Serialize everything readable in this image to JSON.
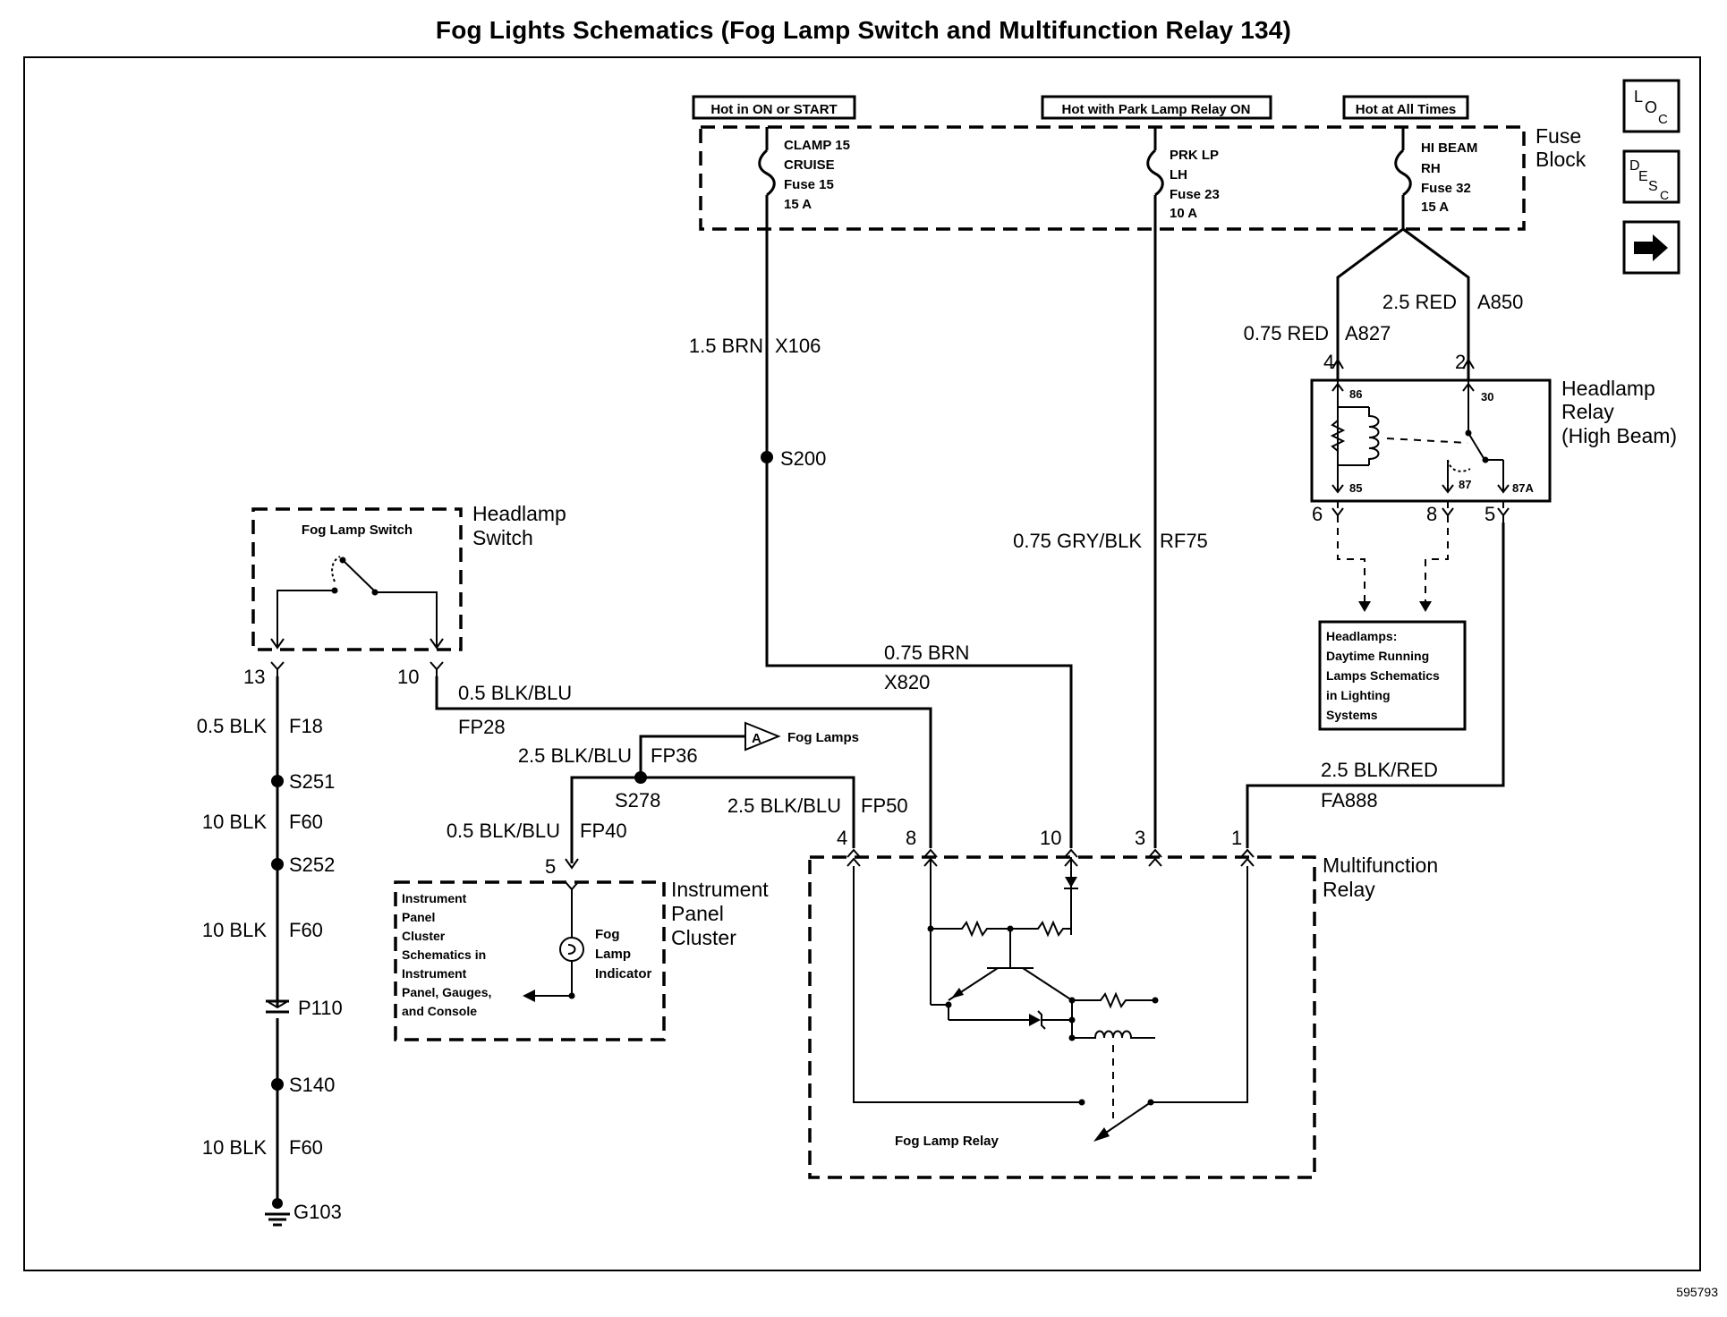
{
  "title": "Fog Lights Schematics (Fog Lamp Switch and Multifunction Relay 134)",
  "document_id": "595793",
  "nav_icons": [
    {
      "name": "loc-icon",
      "label": "LOC"
    },
    {
      "name": "desc-icon",
      "label": "DESC"
    },
    {
      "name": "next-arrow-icon",
      "label": ""
    }
  ],
  "power_labels": {
    "hot_on_start": "Hot in ON or START",
    "hot_park": "Hot with Park Lamp Relay ON",
    "hot_all": "Hot at All Times"
  },
  "fuse_block": {
    "title_line1": "Fuse",
    "title_line2": "Block",
    "fuse15": [
      "CLAMP 15",
      "CRUISE",
      "Fuse 15",
      "15 A"
    ],
    "fuse23": [
      "PRK LP",
      "LH",
      "Fuse 23",
      "10 A"
    ],
    "fuse32": [
      "HI BEAM",
      "RH",
      "Fuse 32",
      "15 A"
    ]
  },
  "wires": {
    "x106_gauge": "1.5 BRN",
    "x106_circuit": "X106",
    "s200": "S200",
    "rf75_gauge": "0.75 GRY/BLK",
    "rf75_circuit": "RF75",
    "x820_gauge": "0.75 BRN",
    "x820_circuit": "X820",
    "a850_gauge": "2.5 RED",
    "a850_circuit": "A850",
    "a827_gauge": "0.75 RED",
    "a827_circuit": "A827",
    "fa888_gauge": "2.5 BLK/RED",
    "fa888_circuit": "FA888",
    "fp28_gauge": "0.5 BLK/BLU",
    "fp28_circuit": "FP28",
    "fp36_gauge": "2.5 BLK/BLU",
    "fp36_circuit": "FP36",
    "s278": "S278",
    "fp40_gauge": "0.5 BLK/BLU",
    "fp40_circuit": "FP40",
    "fp50_gauge": "2.5 BLK/BLU",
    "fp50_circuit": "FP50",
    "f18_gauge": "0.5 BLK",
    "f18_circuit": "F18",
    "s251": "S251",
    "f60a_gauge": "10 BLK",
    "f60a_circuit": "F60",
    "s252": "S252",
    "f60b_gauge": "10 BLK",
    "f60b_circuit": "F60",
    "p110": "P110",
    "s140": "S140",
    "f60c_gauge": "10 BLK",
    "f60c_circuit": "F60",
    "g103": "G103"
  },
  "headlamp_relay": {
    "title": [
      "Headlamp",
      "Relay",
      "(High Beam)"
    ],
    "pin4": "4",
    "pin2": "2",
    "pin6": "6",
    "pin8": "8",
    "pin5": "5",
    "t86": "86",
    "t85": "85",
    "t30": "30",
    "t87": "87",
    "t87a": "87A"
  },
  "headlamps_ref": [
    "Headlamps:",
    "Daytime Running",
    "Lamps Schematics",
    "in Lighting",
    "Systems"
  ],
  "headlamp_switch": {
    "title": [
      "Headlamp",
      "Switch"
    ],
    "inner": "Fog Lamp Switch",
    "pin13": "13",
    "pin10": "10"
  },
  "fog_lamps_ref": {
    "marker": "A",
    "label": "Fog Lamps"
  },
  "instrument_cluster": {
    "title": [
      "Instrument",
      "Panel",
      "Cluster"
    ],
    "ref": [
      "Instrument",
      "Panel",
      "Cluster",
      "Schematics in",
      "Instrument",
      "Panel, Gauges,",
      "and Console"
    ],
    "indicator": [
      "Fog",
      "Lamp",
      "Indicator"
    ],
    "pin5": "5"
  },
  "multifunction_relay": {
    "title": [
      "Multifunction",
      "Relay"
    ],
    "inner": "Fog Lamp Relay",
    "pin4": "4",
    "pin8": "8",
    "pin10": "10",
    "pin3": "3",
    "pin1": "1"
  }
}
